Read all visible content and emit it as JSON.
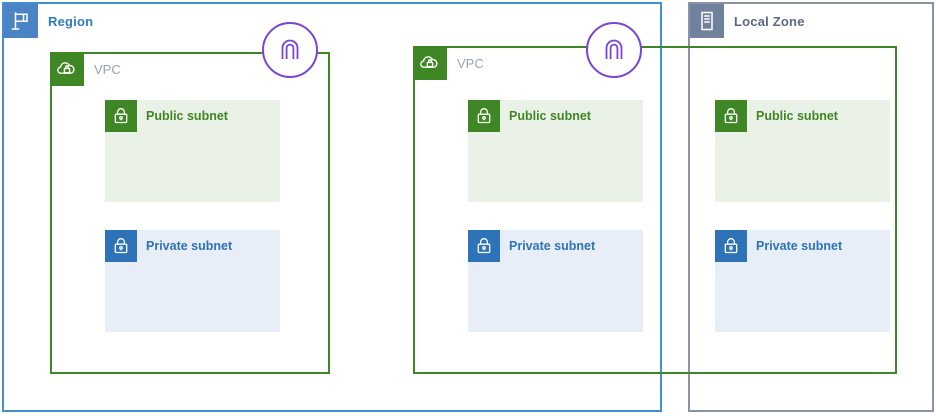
{
  "diagram": {
    "title": "AWS Region and Local Zone VPC architecture",
    "colors": {
      "region_border": "#3f8fd2",
      "region_icon_bg": "#4a84c4",
      "region_text": "#2e7bbd",
      "local_zone_border": "#8a93a8",
      "local_zone_icon_bg": "#71809b",
      "local_zone_text": "#5b6882",
      "vpc_border": "#3f8624",
      "vpc_icon_bg": "#3f8624",
      "vpc_text": "#9aa3ab",
      "public_subnet_bg": "#eaf1e6",
      "public_subnet_accent": "#3f8624",
      "private_subnet_bg": "#e7eef7",
      "private_subnet_accent": "#2e73b8",
      "gateway_stroke": "#7b43d6",
      "canvas_bg": "#ffffff"
    }
  },
  "region": {
    "label": "Region",
    "icon": "region-flag-icon"
  },
  "local_zone": {
    "label": "Local Zone",
    "icon": "server-rack-icon"
  },
  "vpcs": [
    {
      "label": "VPC",
      "icon": "vpc-cloud-lock-icon",
      "subnets": [
        {
          "label": "Public subnet",
          "type": "public",
          "icon": "padlock-icon"
        },
        {
          "label": "Private subnet",
          "type": "private",
          "icon": "padlock-icon"
        }
      ]
    },
    {
      "label": "VPC",
      "icon": "vpc-cloud-lock-icon",
      "subnets": [
        {
          "label": "Public subnet",
          "type": "public",
          "icon": "padlock-icon"
        },
        {
          "label": "Private subnet",
          "type": "private",
          "icon": "padlock-icon"
        },
        {
          "label": "Public subnet",
          "type": "public",
          "icon": "padlock-icon"
        },
        {
          "label": "Private subnet",
          "type": "private",
          "icon": "padlock-icon"
        }
      ]
    }
  ],
  "gateways": [
    {
      "name": "internet-gateway",
      "icon": "internet-gateway-icon"
    },
    {
      "name": "internet-gateway",
      "icon": "internet-gateway-icon"
    }
  ]
}
